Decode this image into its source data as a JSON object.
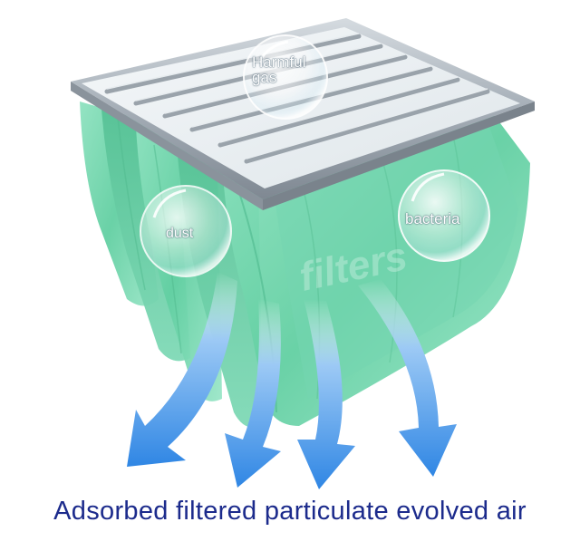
{
  "labels": {
    "gas_line1": "Harmful",
    "gas_line2": "gas",
    "dust": "dust",
    "bacteria": "bacteria"
  },
  "caption": "Adsorbed filtered particulate evolved air",
  "watermark": "filters",
  "colors": {
    "frame": "#a9b1b9",
    "bag_green": "#6fd3ac",
    "arrow_blue": "#3d8fe6",
    "caption": "#1c2b8c"
  }
}
